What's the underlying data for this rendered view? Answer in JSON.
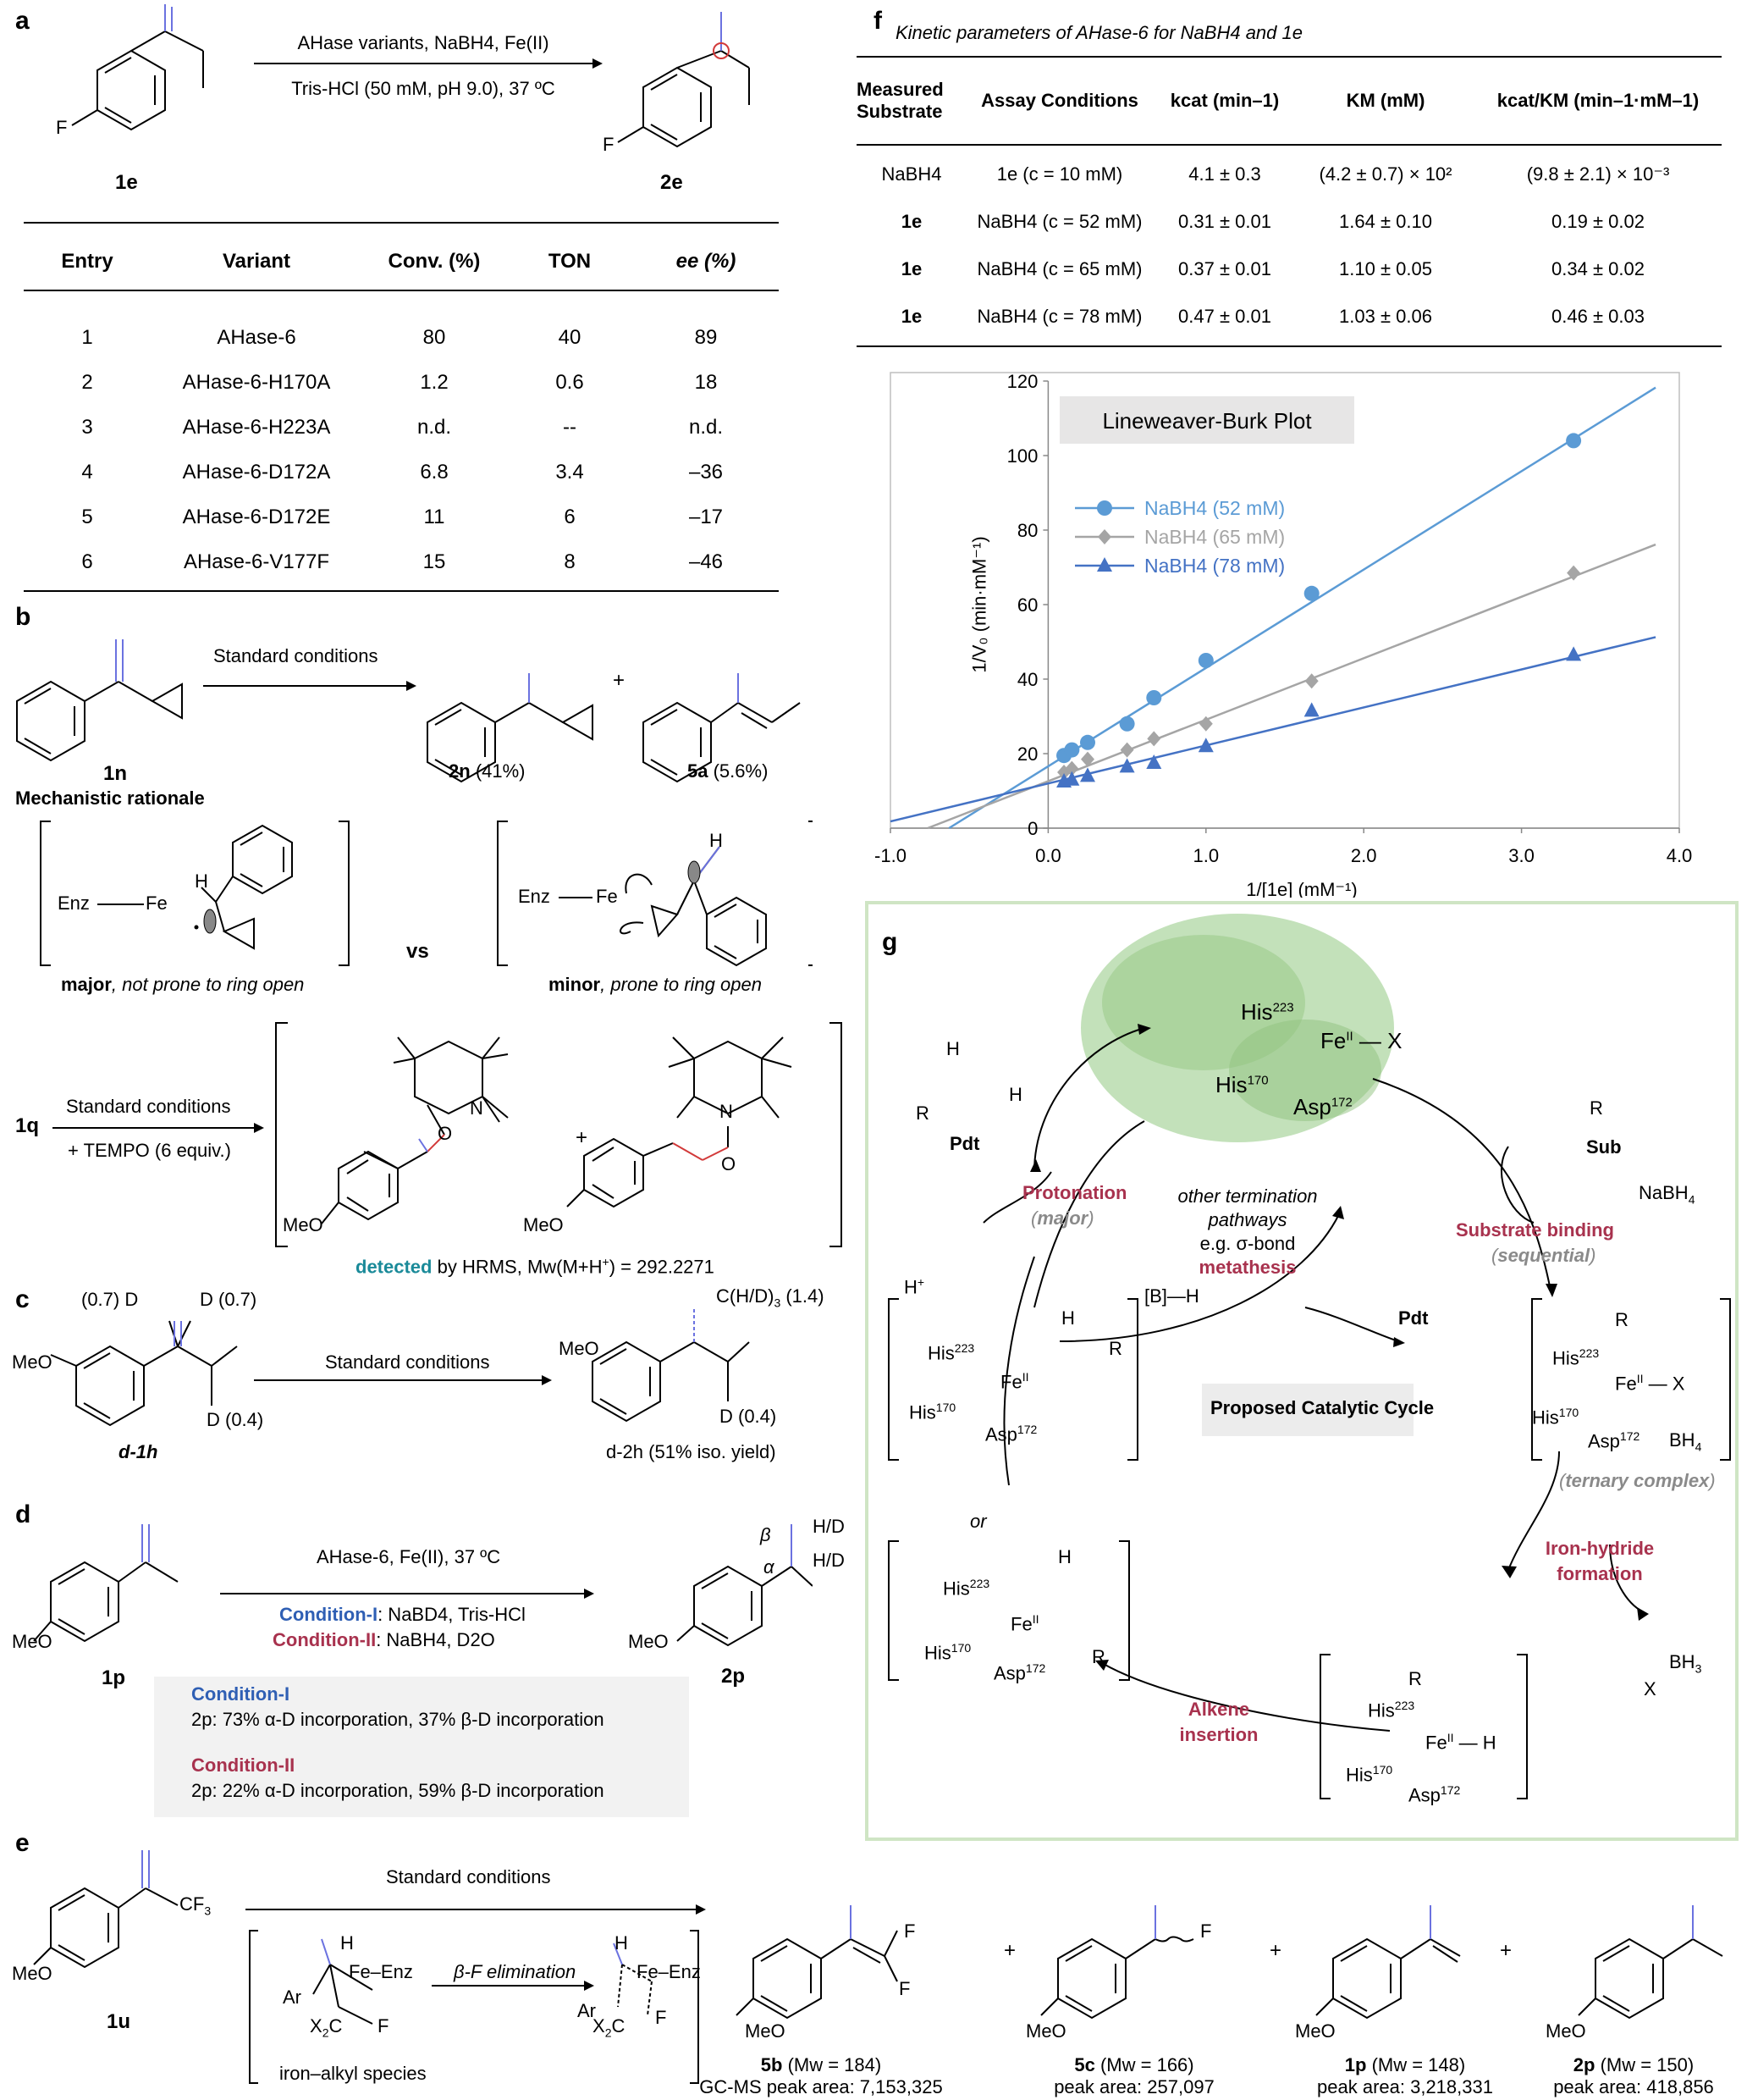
{
  "panels": {
    "a": {
      "label": "a",
      "reagents": "AHase variants, NaBH4, Fe(II)",
      "conditions": "Tris-HCl (50 mM, pH 9.0), 37 ºC",
      "substrate": "1e",
      "product": "2e",
      "atom_f": "F",
      "table": {
        "headers": [
          "Entry",
          "Variant",
          "Conv. (%)",
          "TON",
          "ee (%)"
        ],
        "rows": [
          [
            "1",
            "AHase-6",
            "80",
            "40",
            "89"
          ],
          [
            "2",
            "AHase-6-H170A",
            "1.2",
            "0.6",
            "18"
          ],
          [
            "3",
            "AHase-6-H223A",
            "n.d.",
            "--",
            "n.d."
          ],
          [
            "4",
            "AHase-6-D172A",
            "6.8",
            "3.4",
            "–36"
          ],
          [
            "5",
            "AHase-6-D172E",
            "11",
            "6",
            "–17"
          ],
          [
            "6",
            "AHase-6-V177F",
            "15",
            "8",
            "–46"
          ]
        ]
      }
    },
    "b": {
      "label": "b",
      "conditions": "Standard conditions",
      "substrate": "1n",
      "product1": "2n",
      "product1_yield": "(41%)",
      "plus": "+",
      "product2": "5a",
      "product2_yield": "(5.6%)",
      "rationale_title": "Mechanistic rationale",
      "enz": "Enz",
      "fe": "Fe",
      "h": "H",
      "vs": "vs",
      "major": "major",
      "major_note": ", not prone to ring open",
      "minor": "minor",
      "minor_note": ", prone to ring open"
    },
    "tempo": {
      "substrate": "1q",
      "conditions1": "Standard conditions",
      "conditions2": "+ TEMPO (6 equiv.)",
      "o": "O",
      "n": "N",
      "meo": "MeO",
      "detected": "detected",
      "detected_rest": " by HRMS, Mw(M+H",
      "detected_tail": ") = 292.2271"
    },
    "c": {
      "label": "c",
      "d_left": "(0.7) D",
      "d_right": "D (0.7)",
      "d_bottom": "D (0.4)",
      "meo": "MeO",
      "conditions": "Standard conditions",
      "product_top": "C(H/D)",
      "product_top_tail": " (1.4)",
      "product_bottom": "D (0.4)",
      "substrate": "d-1h",
      "product": "d-2h (51% iso. yield)"
    },
    "d": {
      "label": "d",
      "reagents": "AHase-6, Fe(II), 37 ºC",
      "cond1_label": "Condition-I",
      "cond1_text": ": NaBD4, Tris-HCl",
      "cond2_label": "Condition-II",
      "cond2_text": ": NaBH4, D2O",
      "substrate": "1p",
      "product": "2p",
      "beta": "β",
      "alpha": "α",
      "hd": "H/D",
      "meo": "MeO",
      "box_cond1": "Condition-I",
      "box_line1": "2p: 73% α-D incorporation,  37% β-D incorporation",
      "box_cond2": "Condition-II",
      "box_line2": "2p: 22% α-D incorporation,  59% β-D incorporation"
    },
    "e": {
      "label": "e",
      "conditions": "Standard conditions",
      "substrate": "1u",
      "cf3": "CF3",
      "meo": "MeO",
      "box_h": "H",
      "box_fe": "Fe–Enz",
      "box_ar": "Ar",
      "box_x2c": "X2C",
      "box_f": "F",
      "elim": "β-F elimination",
      "iron_alkyl": "iron–alkyl species",
      "products": [
        {
          "name": "5b",
          "mw": " (Mw = 184)",
          "area": "GC-MS peak area: 7,153,325"
        },
        {
          "name": "5c",
          "mw": " (Mw = 166)",
          "area": "peak area: 257,097"
        },
        {
          "name": "1p",
          "mw": " (Mw = 148)",
          "area": "peak area: 3,218,331"
        },
        {
          "name": "2p",
          "mw": " (Mw = 150)",
          "area": "peak area: 418,856"
        }
      ]
    },
    "f": {
      "label": "f",
      "caption": "Kinetic parameters of AHase-6 for NaBH4 and 1e",
      "headers": [
        "Measured Substrate",
        "Assay Conditions",
        "kcat (min–1)",
        "KM (mM)",
        "kcat/KM (min–1·mM–1)"
      ],
      "rows": [
        [
          "NaBH4",
          "1e (c = 10 mM)",
          "4.1 ± 0.3",
          "(4.2 ± 0.7) × 10²",
          "(9.8 ± 2.1) × 10⁻³"
        ],
        [
          "1e",
          "NaBH4 (c = 52 mM)",
          "0.31 ± 0.01",
          "1.64 ± 0.10",
          "0.19 ± 0.02"
        ],
        [
          "1e",
          "NaBH4 (c = 65 mM)",
          "0.37 ± 0.01",
          "1.10 ± 0.05",
          "0.34 ± 0.02"
        ],
        [
          "1e",
          "NaBH4 (c = 78 mM)",
          "0.47 ± 0.01",
          "1.03 ± 0.06",
          "0.46 ± 0.03"
        ]
      ]
    },
    "g": {
      "label": "g",
      "his223": "His",
      "his223_sup": "223",
      "his170": "His",
      "his170_sup": "170",
      "asp172": "Asp",
      "asp172_sup": "172",
      "fe": "Fe",
      "fe_sup": "II",
      "x": "X",
      "pdt": "Pdt",
      "sub": "Sub",
      "nabh4": "NaBH4",
      "hplus": "H+",
      "protonation": "Protonation",
      "major": "major",
      "other1": "other termination",
      "other2": "pathways",
      "other3": "e.g. σ-bond",
      "other4": "metathesis",
      "bh": "[B]—H",
      "substrate_binding": "Substrate binding",
      "sequential": "sequential",
      "cycle_title": "Proposed Catalytic Cycle",
      "or": "or",
      "ternary": "ternary complex",
      "iron_hydride1": "Iron-hydride",
      "iron_hydride2": "formation",
      "bh3": "BH3",
      "bh4": "BH4",
      "alkene1": "Alkene",
      "alkene2": "insertion",
      "r": "R",
      "h": "H"
    }
  },
  "chart_data": {
    "type": "scatter",
    "title": "Lineweaver-Burk Plot",
    "xlabel": "1/[1e] (mM⁻¹)",
    "ylabel": "1/V₀ (min·mM⁻¹)",
    "xlim": [
      -1.0,
      4.0
    ],
    "ylim": [
      0,
      120
    ],
    "xticks": [
      "-1.0",
      "0.0",
      "1.0",
      "2.0",
      "3.0",
      "4.0"
    ],
    "yticks": [
      "0",
      "20",
      "40",
      "60",
      "80",
      "100",
      "120"
    ],
    "legend_position": "upper-left",
    "series": [
      {
        "name": "NaBH4 (52 mM)",
        "color": "#5b9bd5",
        "marker": "circle",
        "x": [
          0.1,
          0.15,
          0.25,
          0.5,
          0.67,
          1.0,
          1.67,
          3.33
        ],
        "y": [
          19.5,
          21,
          23,
          28,
          35,
          45,
          63,
          104
        ],
        "fit": {
          "slope": 26.4,
          "intercept": 16.6
        }
      },
      {
        "name": "NaBH4 (65 mM)",
        "color": "#a5a5a5",
        "marker": "diamond",
        "x": [
          0.1,
          0.15,
          0.25,
          0.5,
          0.67,
          1.0,
          1.67,
          3.33
        ],
        "y": [
          15,
          16,
          18.5,
          21,
          24,
          28,
          39.5,
          68.5
        ],
        "fit": {
          "slope": 16.5,
          "intercept": 12.6
        }
      },
      {
        "name": "NaBH4 (78 mM)",
        "color": "#4472c4",
        "marker": "triangle",
        "x": [
          0.1,
          0.15,
          0.25,
          0.5,
          0.67,
          1.0,
          1.67,
          3.33
        ],
        "y": [
          12.5,
          13,
          14,
          16.5,
          17.5,
          22,
          31.5,
          46.5
        ],
        "fit": {
          "slope": 10.2,
          "intercept": 12.0
        }
      }
    ]
  }
}
